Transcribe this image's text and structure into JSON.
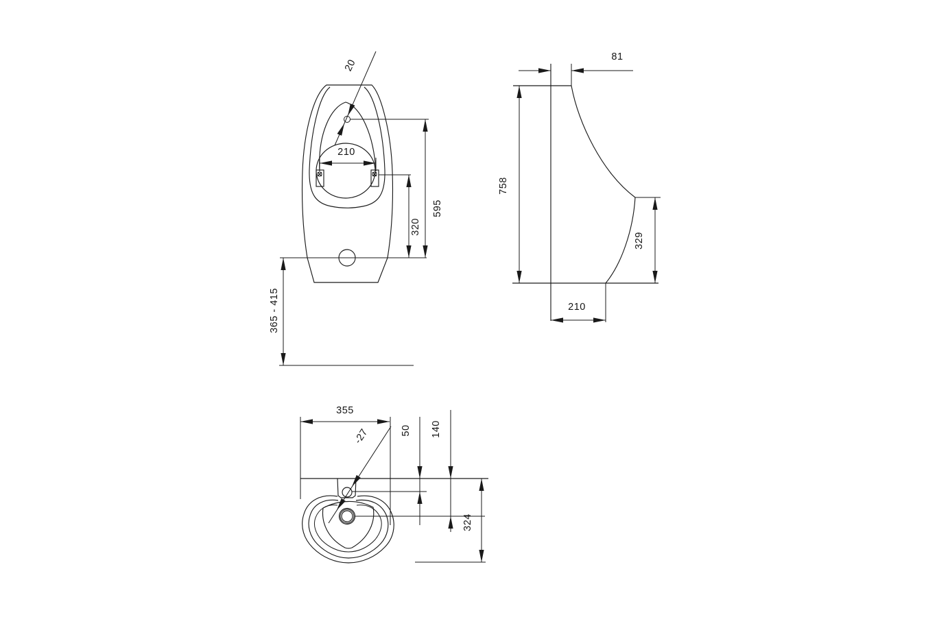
{
  "meta": {
    "background_color": "#ffffff",
    "line_color": "#1a1a1a",
    "drawing_type": "technical dimension drawing, three orthographic views of a wall-hung urinal"
  },
  "front_view": {
    "inlet_leader": "20",
    "fixing_width": "210",
    "fixing_height": "320",
    "inlet_height": "595",
    "install_range": "365 - 415"
  },
  "side_view": {
    "top_depth": "81",
    "overall_height": "758",
    "front_edge_height": "329",
    "base_depth": "210"
  },
  "plan_view": {
    "overall_width": "355",
    "outlet_leader": "-27",
    "inlet_offset": "50",
    "outlet_offset": "140",
    "overall_depth": "324"
  }
}
